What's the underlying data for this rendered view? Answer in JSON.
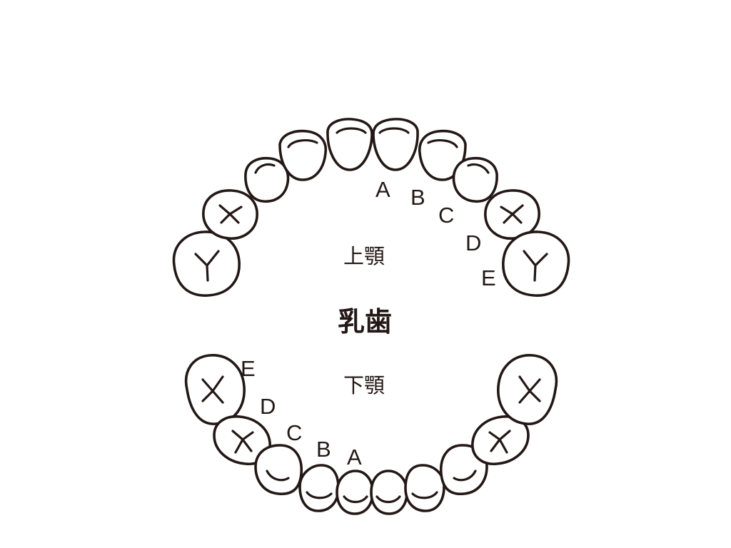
{
  "title": "乳歯",
  "upper_jaw": {
    "label": "上顎",
    "tooth_letters": [
      "A",
      "B",
      "C",
      "D",
      "E"
    ]
  },
  "lower_jaw": {
    "label": "下顎",
    "tooth_letters": [
      "A",
      "B",
      "C",
      "D",
      "E"
    ]
  },
  "colors": {
    "line": "#231815",
    "background": "#ffffff"
  }
}
